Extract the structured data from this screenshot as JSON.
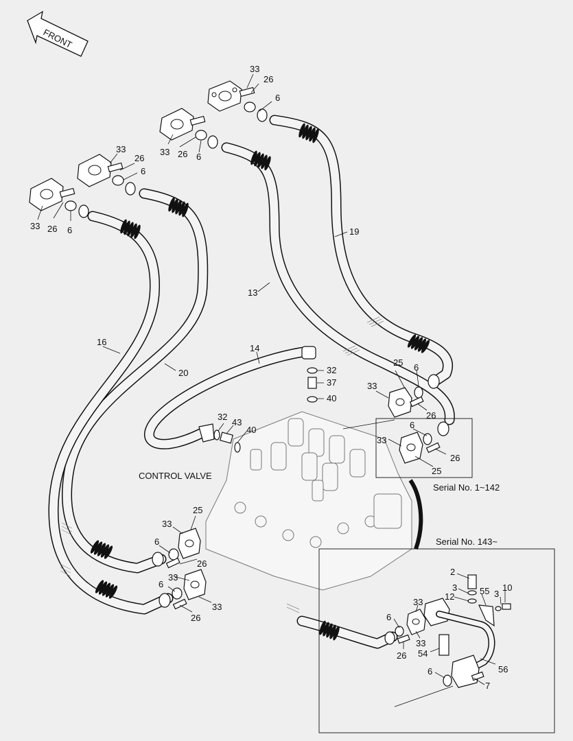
{
  "front_arrow": {
    "text": "FRONT"
  },
  "captions": {
    "control_valve": "CONTROL VALVE",
    "serial_1": "Serial No. 1~142",
    "serial_2": "Serial No. 143~"
  },
  "labels": [
    {
      "id": "l33a",
      "text": "33"
    },
    {
      "id": "l26a",
      "text": "26"
    },
    {
      "id": "l6a",
      "text": "6"
    },
    {
      "id": "l33b",
      "text": "33"
    },
    {
      "id": "l26b",
      "text": "26"
    },
    {
      "id": "l6b",
      "text": "6"
    },
    {
      "id": "l33c",
      "text": "33"
    },
    {
      "id": "l26c",
      "text": "26"
    },
    {
      "id": "l6c",
      "text": "6"
    },
    {
      "id": "l33d",
      "text": "33"
    },
    {
      "id": "l26d",
      "text": "26"
    },
    {
      "id": "l6d",
      "text": "6"
    },
    {
      "id": "l19",
      "text": "19"
    },
    {
      "id": "l13",
      "text": "13"
    },
    {
      "id": "l16",
      "text": "16"
    },
    {
      "id": "l20",
      "text": "20"
    },
    {
      "id": "l14",
      "text": "14"
    },
    {
      "id": "l32a",
      "text": "32"
    },
    {
      "id": "l37",
      "text": "37"
    },
    {
      "id": "l40a",
      "text": "40"
    },
    {
      "id": "l32b",
      "text": "32"
    },
    {
      "id": "l43",
      "text": "43"
    },
    {
      "id": "l40b",
      "text": "40"
    },
    {
      "id": "l25a",
      "text": "25"
    },
    {
      "id": "l6e",
      "text": "6"
    },
    {
      "id": "l33e",
      "text": "33"
    },
    {
      "id": "l26e",
      "text": "26"
    },
    {
      "id": "l6f",
      "text": "6"
    },
    {
      "id": "l33f",
      "text": "33"
    },
    {
      "id": "l26f",
      "text": "26"
    },
    {
      "id": "l25b",
      "text": "25"
    },
    {
      "id": "l33g",
      "text": "33"
    },
    {
      "id": "l25c",
      "text": "25"
    },
    {
      "id": "l6g",
      "text": "6"
    },
    {
      "id": "l26g",
      "text": "26"
    },
    {
      "id": "l33h",
      "text": "33"
    },
    {
      "id": "l6h",
      "text": "6"
    },
    {
      "id": "l33i",
      "text": "33"
    },
    {
      "id": "l26h",
      "text": "26"
    },
    {
      "id": "l2",
      "text": "2"
    },
    {
      "id": "l3a",
      "text": "3"
    },
    {
      "id": "l12",
      "text": "12"
    },
    {
      "id": "l55",
      "text": "55"
    },
    {
      "id": "l10",
      "text": "10"
    },
    {
      "id": "l3b",
      "text": "3"
    },
    {
      "id": "l33j",
      "text": "33"
    },
    {
      "id": "l6i",
      "text": "6"
    },
    {
      "id": "l33k",
      "text": "33"
    },
    {
      "id": "l54",
      "text": "54"
    },
    {
      "id": "l26i",
      "text": "26"
    },
    {
      "id": "l6j",
      "text": "6"
    },
    {
      "id": "l56",
      "text": "56"
    },
    {
      "id": "l7",
      "text": "7"
    }
  ]
}
